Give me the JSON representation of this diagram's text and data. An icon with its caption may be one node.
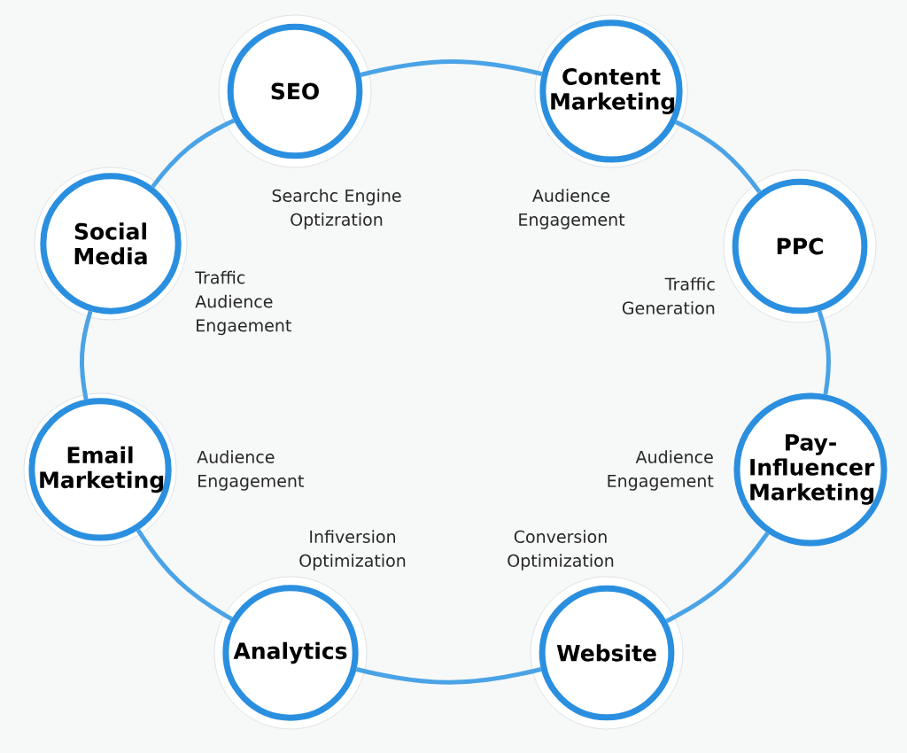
{
  "diagram": {
    "nodes": [
      {
        "text": [
          "SEO"
        ]
      },
      {
        "text": [
          "Content Marketing"
        ]
      },
      {
        "text": [
          "Social Media"
        ]
      },
      {
        "text": [
          "PPC"
        ]
      },
      {
        "text": [
          "Email Marketing"
        ]
      },
      {
        "text": [
          "Pay- Influencer Marketing"
        ]
      },
      {
        "text": [
          "Analytics"
        ]
      },
      {
        "text": [
          "Website"
        ]
      }
    ],
    "edges": [
      {
        "from": 0,
        "to": 1,
        "arrow": "none"
      },
      {
        "from": 1,
        "to": 3,
        "arrow": "none"
      },
      {
        "from": 3,
        "to": 5,
        "arrow": "none"
      },
      {
        "from": 5,
        "to": 7,
        "arrow": "none"
      },
      {
        "from": 7,
        "to": 6,
        "arrow": "none"
      },
      {
        "from": 6,
        "to": 4,
        "arrow": "none"
      },
      {
        "from": 4,
        "to": 2,
        "arrow": "none"
      },
      {
        "from": 2,
        "to": 0,
        "arrow": "none"
      }
    ],
    "labels": [
      "Searchc Engine Optizration",
      "Audience Engagement",
      "Traffic Audience Engaement",
      "Traffic Generation",
      "Audience Engagement",
      "Audience Engagement",
      "Infiversion Optimization",
      "Conversion Optimization"
    ]
  }
}
